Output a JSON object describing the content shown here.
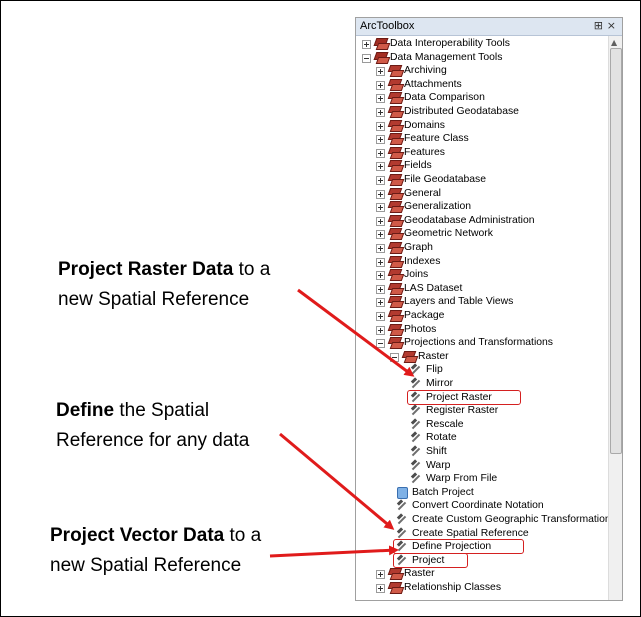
{
  "panel": {
    "title": "ArcToolbox",
    "pin_glyph": "⊞",
    "close_glyph": "×"
  },
  "tree": [
    {
      "indent": 0,
      "expander": "plus",
      "icon": "toolbox-icon",
      "label": "Data Interoperability Tools"
    },
    {
      "indent": 0,
      "expander": "minus",
      "icon": "toolbox-icon",
      "label": "Data Management Tools"
    },
    {
      "indent": 1,
      "expander": "plus",
      "icon": "toolset-icon",
      "label": "Archiving"
    },
    {
      "indent": 1,
      "expander": "plus",
      "icon": "toolset-icon",
      "label": "Attachments"
    },
    {
      "indent": 1,
      "expander": "plus",
      "icon": "toolset-icon",
      "label": "Data Comparison"
    },
    {
      "indent": 1,
      "expander": "plus",
      "icon": "toolset-icon",
      "label": "Distributed Geodatabase"
    },
    {
      "indent": 1,
      "expander": "plus",
      "icon": "toolset-icon",
      "label": "Domains"
    },
    {
      "indent": 1,
      "expander": "plus",
      "icon": "toolset-icon",
      "label": "Feature Class"
    },
    {
      "indent": 1,
      "expander": "plus",
      "icon": "toolset-icon",
      "label": "Features"
    },
    {
      "indent": 1,
      "expander": "plus",
      "icon": "toolset-icon",
      "label": "Fields"
    },
    {
      "indent": 1,
      "expander": "plus",
      "icon": "toolset-icon",
      "label": "File Geodatabase"
    },
    {
      "indent": 1,
      "expander": "plus",
      "icon": "toolset-icon",
      "label": "General"
    },
    {
      "indent": 1,
      "expander": "plus",
      "icon": "toolset-icon",
      "label": "Generalization"
    },
    {
      "indent": 1,
      "expander": "plus",
      "icon": "toolset-icon",
      "label": "Geodatabase Administration"
    },
    {
      "indent": 1,
      "expander": "plus",
      "icon": "toolset-icon",
      "label": "Geometric Network"
    },
    {
      "indent": 1,
      "expander": "plus",
      "icon": "toolset-icon",
      "label": "Graph"
    },
    {
      "indent": 1,
      "expander": "plus",
      "icon": "toolset-icon",
      "label": "Indexes"
    },
    {
      "indent": 1,
      "expander": "plus",
      "icon": "toolset-icon",
      "label": "Joins"
    },
    {
      "indent": 1,
      "expander": "plus",
      "icon": "toolset-icon",
      "label": "LAS Dataset"
    },
    {
      "indent": 1,
      "expander": "plus",
      "icon": "toolset-icon",
      "label": "Layers and Table Views"
    },
    {
      "indent": 1,
      "expander": "plus",
      "icon": "toolset-icon",
      "label": "Package"
    },
    {
      "indent": 1,
      "expander": "plus",
      "icon": "toolset-icon",
      "label": "Photos"
    },
    {
      "indent": 1,
      "expander": "minus",
      "icon": "toolset-icon",
      "label": "Projections and Transformations"
    },
    {
      "indent": 2,
      "expander": "minus",
      "icon": "toolset-icon",
      "label": "Raster"
    },
    {
      "indent": 3,
      "expander": "none",
      "icon": "hammer-icon",
      "label": "Flip"
    },
    {
      "indent": 3,
      "expander": "none",
      "icon": "hammer-icon",
      "label": "Mirror"
    },
    {
      "indent": 3,
      "expander": "none",
      "icon": "hammer-icon",
      "label": "Project Raster",
      "highlight": true
    },
    {
      "indent": 3,
      "expander": "none",
      "icon": "hammer-icon",
      "label": "Register Raster"
    },
    {
      "indent": 3,
      "expander": "none",
      "icon": "hammer-icon",
      "label": "Rescale"
    },
    {
      "indent": 3,
      "expander": "none",
      "icon": "hammer-icon",
      "label": "Rotate"
    },
    {
      "indent": 3,
      "expander": "none",
      "icon": "hammer-icon",
      "label": "Shift"
    },
    {
      "indent": 3,
      "expander": "none",
      "icon": "hammer-icon",
      "label": "Warp"
    },
    {
      "indent": 3,
      "expander": "none",
      "icon": "hammer-icon",
      "label": "Warp From File"
    },
    {
      "indent": 2,
      "expander": "none",
      "icon": "script-icon",
      "label": "Batch Project"
    },
    {
      "indent": 2,
      "expander": "none",
      "icon": "hammer-icon",
      "label": "Convert Coordinate Notation"
    },
    {
      "indent": 2,
      "expander": "none",
      "icon": "hammer-icon",
      "label": "Create Custom Geographic Transformation"
    },
    {
      "indent": 2,
      "expander": "none",
      "icon": "hammer-icon",
      "label": "Create Spatial Reference"
    },
    {
      "indent": 2,
      "expander": "none",
      "icon": "hammer-icon",
      "label": "Define Projection",
      "highlight": true
    },
    {
      "indent": 2,
      "expander": "none",
      "icon": "hammer-icon",
      "label": "Project",
      "highlight": true
    },
    {
      "indent": 1,
      "expander": "plus",
      "icon": "toolset-icon",
      "label": "Raster"
    },
    {
      "indent": 1,
      "expander": "plus",
      "icon": "toolset-icon",
      "label": "Relationship Classes"
    }
  ],
  "annotations": {
    "raster": {
      "bold": "Project Raster Data",
      "rest1": " to a",
      "line2": "new Spatial Reference"
    },
    "define": {
      "bold": "Define",
      "rest1": " the Spatial",
      "line2": "Reference for any data"
    },
    "vector": {
      "bold": "Project Vector Data",
      "rest1": " to a",
      "line2": "new Spatial Reference"
    }
  },
  "colors": {
    "arrow": "#e01b1b",
    "highlight": "#d42020",
    "toolbox": "#b23a2f"
  }
}
